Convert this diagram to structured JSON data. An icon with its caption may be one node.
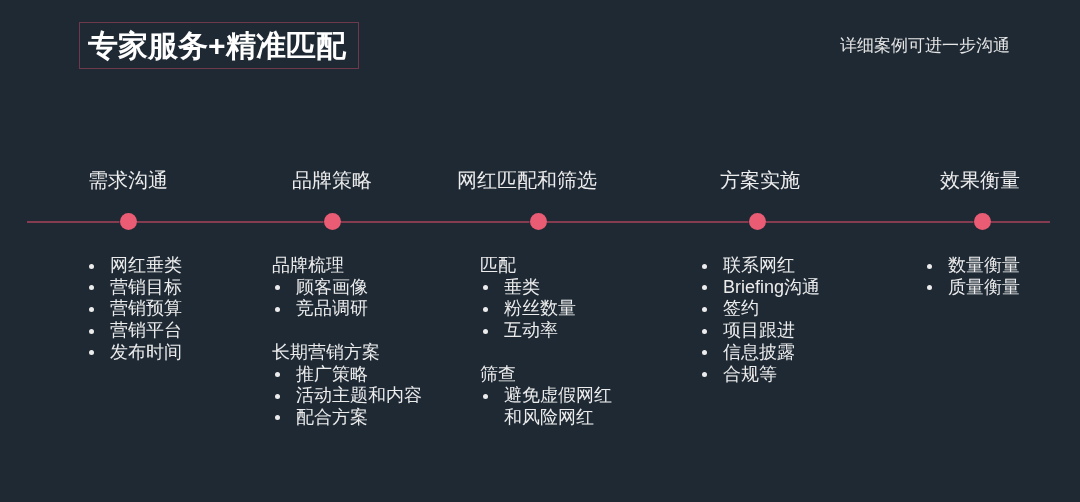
{
  "diagram": {
    "title": "专家服务+精准匹配",
    "nodes": [
      {
        "text": [
          "需求沟通"
        ],
        "beside": [
          "网红垂类",
          "营销目标",
          "营销预算",
          "营销平台",
          "发布时间"
        ]
      },
      {
        "text": [
          "品牌策略"
        ],
        "beside": [
          "品牌梳理",
          "顾客画像",
          "竞品调研",
          "长期营销方案",
          "推广策略",
          "活动主题和内容",
          "配合方案"
        ]
      },
      {
        "text": [
          "网红匹配和筛选"
        ],
        "beside": [
          "匹配",
          "垂类",
          "粉丝数量",
          "互动率",
          "筛查",
          "避免虚假网红和风险网红"
        ]
      },
      {
        "text": [
          "方案实施"
        ],
        "beside": [
          "联系网红",
          "Briefing沟通",
          "签约",
          "项目跟进",
          "信息披露",
          "合规等"
        ]
      },
      {
        "text": [
          "效果衡量"
        ],
        "beside": [
          "数量衡量",
          "质量衡量"
        ]
      }
    ],
    "edges": [
      {
        "from": null,
        "to": 0,
        "arrow": "none"
      },
      {
        "from": 0,
        "to": 1,
        "arrow": "none"
      },
      {
        "from": 1,
        "to": 2,
        "arrow": "none"
      },
      {
        "from": 2,
        "to": 3,
        "arrow": "none"
      },
      {
        "from": 3,
        "to": 4,
        "arrow": "none"
      },
      {
        "from": 4,
        "to": null,
        "arrow": "none"
      }
    ],
    "labels": [
      "详细案例可进一步沟通"
    ]
  }
}
